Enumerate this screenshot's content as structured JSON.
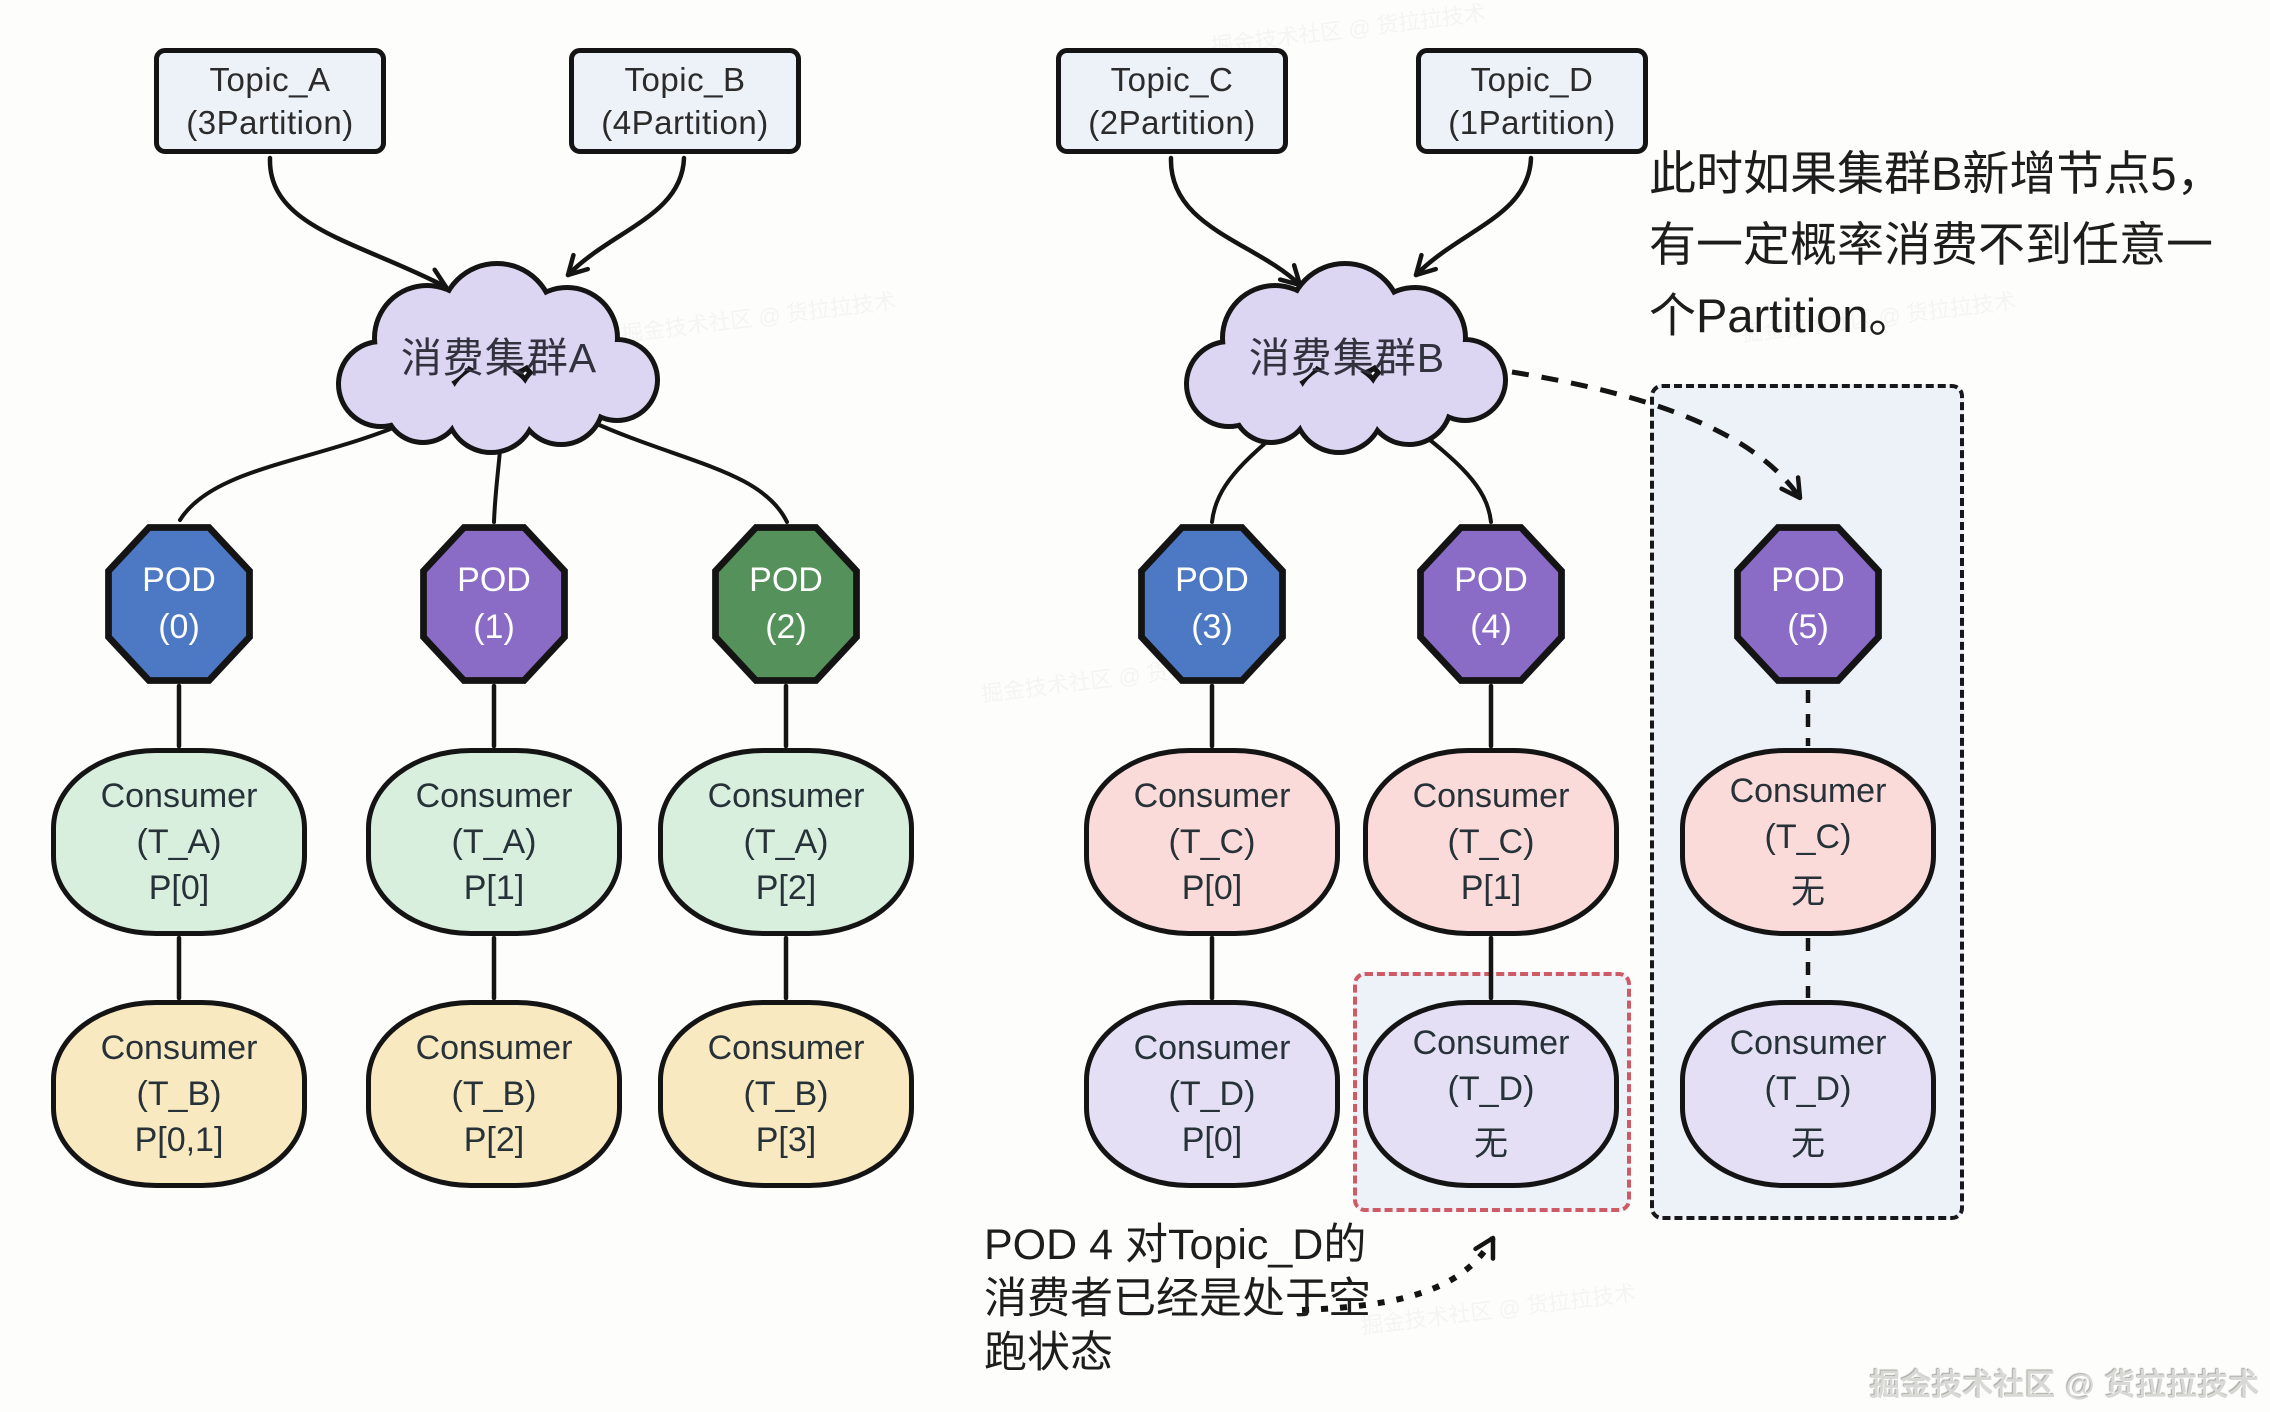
{
  "topics": [
    {
      "name": "Topic_A",
      "partitions": "(3Partition)"
    },
    {
      "name": "Topic_B",
      "partitions": "(4Partition)"
    },
    {
      "name": "Topic_C",
      "partitions": "(2Partition)"
    },
    {
      "name": "Topic_D",
      "partitions": "(1Partition)"
    }
  ],
  "clusters": [
    {
      "label": "消费集群A"
    },
    {
      "label": "消费集群B"
    }
  ],
  "pods": [
    {
      "name": "POD",
      "id": "(0)",
      "color": "#4d78c4"
    },
    {
      "name": "POD",
      "id": "(1)",
      "color": "#8a6cc7"
    },
    {
      "name": "POD",
      "id": "(2)",
      "color": "#55915a"
    },
    {
      "name": "POD",
      "id": "(3)",
      "color": "#4d78c4"
    },
    {
      "name": "POD",
      "id": "(4)",
      "color": "#8a6cc7"
    },
    {
      "name": "POD",
      "id": "(5)",
      "color": "#8a6cc7"
    }
  ],
  "consumers": [
    {
      "line1": "Consumer",
      "line2": "(T_A)",
      "line3": "P[0]"
    },
    {
      "line1": "Consumer",
      "line2": "(T_A)",
      "line3": "P[1]"
    },
    {
      "line1": "Consumer",
      "line2": "(T_A)",
      "line3": "P[2]"
    },
    {
      "line1": "Consumer",
      "line2": "(T_C)",
      "line3": "P[0]"
    },
    {
      "line1": "Consumer",
      "line2": "(T_C)",
      "line3": "P[1]"
    },
    {
      "line1": "Consumer",
      "line2": "(T_C)",
      "line3": "无"
    },
    {
      "line1": "Consumer",
      "line2": "(T_B)",
      "line3": "P[0,1]"
    },
    {
      "line1": "Consumer",
      "line2": "(T_B)",
      "line3": "P[2]"
    },
    {
      "line1": "Consumer",
      "line2": "(T_B)",
      "line3": "P[3]"
    },
    {
      "line1": "Consumer",
      "line2": "(T_D)",
      "line3": "P[0]"
    },
    {
      "line1": "Consumer",
      "line2": "(T_D)",
      "line3": "无"
    },
    {
      "line1": "Consumer",
      "line2": "(T_D)",
      "line3": "无"
    }
  ],
  "annotations": {
    "right": [
      "此时如果集群B新增节点5，",
      "有一定概率消费不到任意一",
      "个Partition。"
    ],
    "bottom": [
      "POD 4 对Topic_D的",
      "消费者已经是处于空",
      "跑状态"
    ]
  },
  "watermark": {
    "corner": "掘金技术社区 @ 货拉拉技术",
    "faint": "掘金技术社区 @ 货拉拉技术"
  },
  "colors": {
    "background": "#fdfdfb",
    "box_fill": "#edf1f8",
    "cloud_fill": "#ddd6f3",
    "stroke": "#141414",
    "pod_blue": "#4d78c4",
    "pod_purple": "#8a6cc7",
    "pod_green": "#55915a",
    "consumer_green": "#d8efde",
    "consumer_pink": "#fadbd9",
    "consumer_yellow": "#f9e9c1",
    "consumer_lavender": "#e5dff6",
    "highlight_red_dash": "#cd5a64",
    "region_dash": "#18181a"
  }
}
